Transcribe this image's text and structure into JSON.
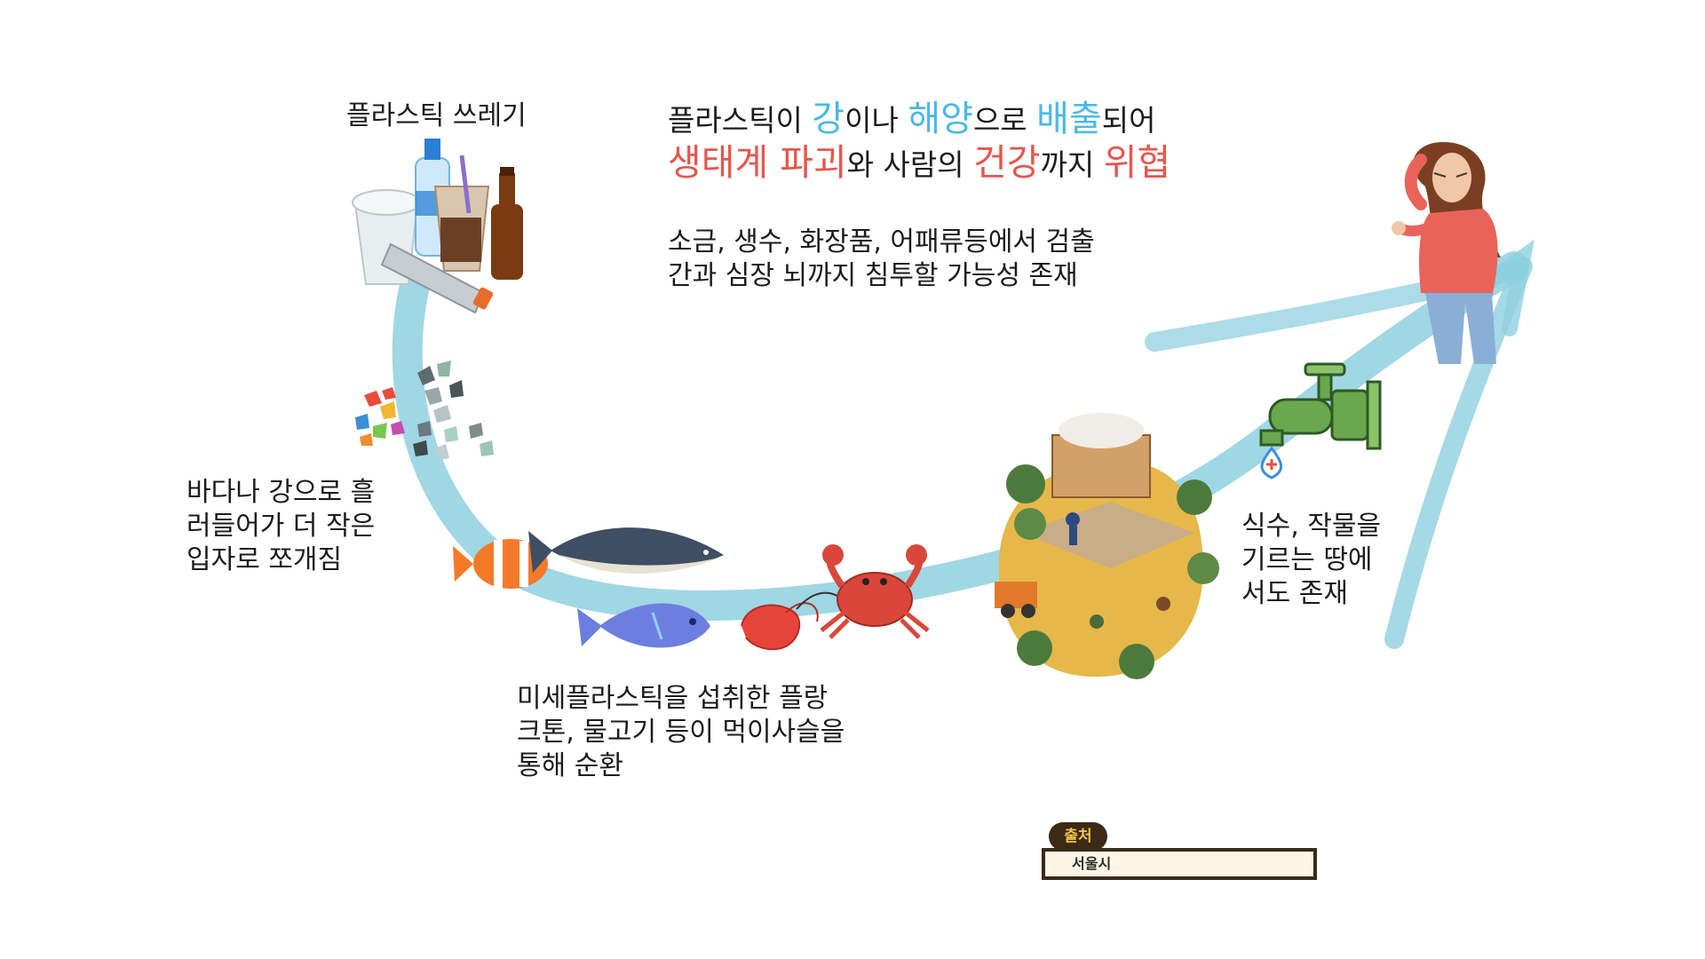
{
  "labels": {
    "plastic_waste": "플라스틱 쓰레기",
    "fragment": [
      "바다나 강으로 흘",
      "러들어가 더 작은",
      "입자로 쪼개짐"
    ],
    "food_chain": [
      "미세플라스틱을 섭취한 플랑",
      "크톤, 물고기 등이 먹이사슬을",
      "통해 순환"
    ],
    "land": [
      "식수, 작물을",
      "기르는 땅에",
      "서도 존재"
    ]
  },
  "headline": {
    "line1": {
      "p1": "플라스틱이 ",
      "k1": "강",
      "p2": "이나 ",
      "k2": "해양",
      "p3": "으로 ",
      "k3": "배출",
      "p4": "되어"
    },
    "line2": {
      "k1": "생태계 파괴",
      "p1": "와 사람의 ",
      "k2": "건강",
      "p2": "까지 ",
      "k3": "위협"
    }
  },
  "detail": [
    "소금, 생수, 화장품, 어패류등에서 검출",
    "간과 심장 뇌까지 침투할 가능성 존재"
  ],
  "source": {
    "badge": "출처",
    "value": "서울시"
  },
  "colors": {
    "flow": "#8fd0df",
    "accent_blue": "#4bb8e6",
    "accent_red": "#e8554e",
    "source_dark": "#3c2a16",
    "source_badge_text": "#f3c44a"
  },
  "icons": [
    "plastic-bottles-icon",
    "microplastic-fragments-icon",
    "clownfish-icon",
    "tuna-icon",
    "blue-fish-icon",
    "shrimp-icon",
    "crab-icon",
    "farmland-icon",
    "water-faucet-icon",
    "sick-woman-icon"
  ]
}
